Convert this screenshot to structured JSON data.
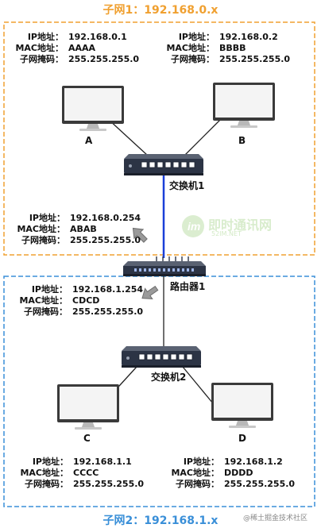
{
  "subnets": {
    "top_title": "子网1：192.168.0.x",
    "bottom_title": "子网2：192.168.1.x",
    "top_color": "#f0a030",
    "bottom_color": "#3a8fd8"
  },
  "info_keys": {
    "ip": "IP地址：",
    "mac": "MAC地址：",
    "mask": "子网掩码："
  },
  "hosts": {
    "a": {
      "label": "A",
      "ip": "192.168.0.1",
      "mac": "AAAA",
      "mask": "255.255.255.0"
    },
    "b": {
      "label": "B",
      "ip": "192.168.0.2",
      "mac": "BBBB",
      "mask": "255.255.255.0"
    },
    "c": {
      "label": "C",
      "ip": "192.168.1.1",
      "mac": "CCCC",
      "mask": "255.255.255.0"
    },
    "d": {
      "label": "D",
      "ip": "192.168.1.2",
      "mac": "DDDD",
      "mask": "255.255.255.0"
    }
  },
  "router": {
    "label": "路由器1",
    "port1": {
      "ip": "192.168.0.254",
      "mac": "ABAB",
      "mask": "255.255.255.0"
    },
    "port2": {
      "ip": "192.168.1.254",
      "mac": "CDCD",
      "mask": "255.255.255.0"
    }
  },
  "switches": {
    "s1": "交换机1",
    "s2": "交换机2"
  },
  "watermark": {
    "logo_text": "即时通讯网",
    "logo_sub": "52IM.NET",
    "footer": "@稀土掘金技术社区"
  },
  "icon_names": [
    "computer-icon",
    "switch-icon",
    "router-icon",
    "arrow-icon"
  ]
}
